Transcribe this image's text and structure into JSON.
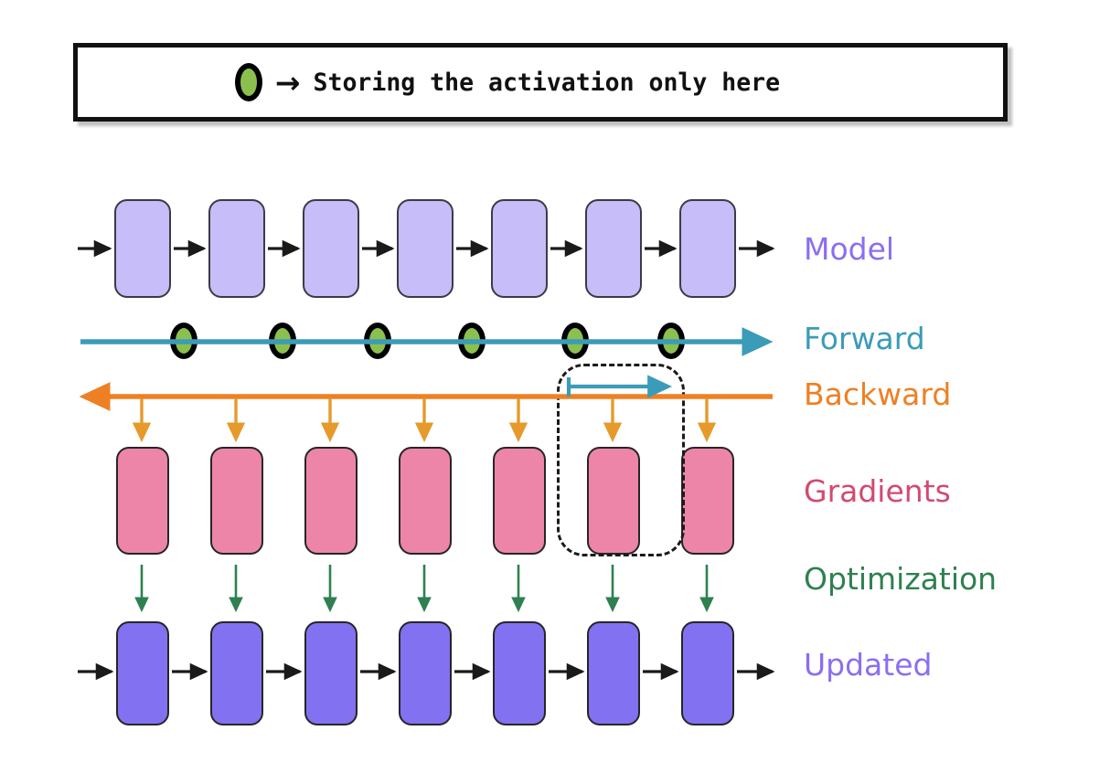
{
  "legend": {
    "ellipse_icon": "green-ellipse-icon",
    "arrow_glyph": "→",
    "text": "Storing the activation only here",
    "ellipse_fill": "#8cc04e",
    "border_color": "#111111"
  },
  "rows": [
    {
      "key": "model",
      "label": "Model",
      "color": "#8b6ef2",
      "block_fill": "#c7bdf8",
      "block_count": 7,
      "connector": "black-arrow"
    },
    {
      "key": "forward",
      "label": "Forward",
      "color": "#3a9cb8",
      "line_color": "#3a9cb8",
      "direction": "right",
      "activation_count": 6,
      "activation_fill": "#8cc04e"
    },
    {
      "key": "backward",
      "label": "Backward",
      "color": "#ee8024",
      "line_color": "#ee8024",
      "direction": "left",
      "drop_arrow_count": 7
    },
    {
      "key": "gradients",
      "label": "Gradients",
      "color": "#d24a71",
      "block_fill": "#ed85a8",
      "block_count": 7
    },
    {
      "key": "optimization",
      "label": "Optimization",
      "color": "#2f8050",
      "arrow_color": "#2f8050",
      "arrow_count": 7
    },
    {
      "key": "updated",
      "label": "Updated",
      "color": "#8b6ef2",
      "block_fill": "#8271f0",
      "block_count": 7,
      "connector": "black-arrow"
    }
  ],
  "highlight": {
    "name": "recompute-region",
    "style": "dashed-rounded-rect",
    "stroke": "#1b1b1b",
    "inner_arrow_color": "#3a9cb8",
    "covers_block_index": 6
  },
  "colors": {
    "background": "#ffffff",
    "block_border": "#3b3b46",
    "black_arrow": "#1a1a1a"
  }
}
